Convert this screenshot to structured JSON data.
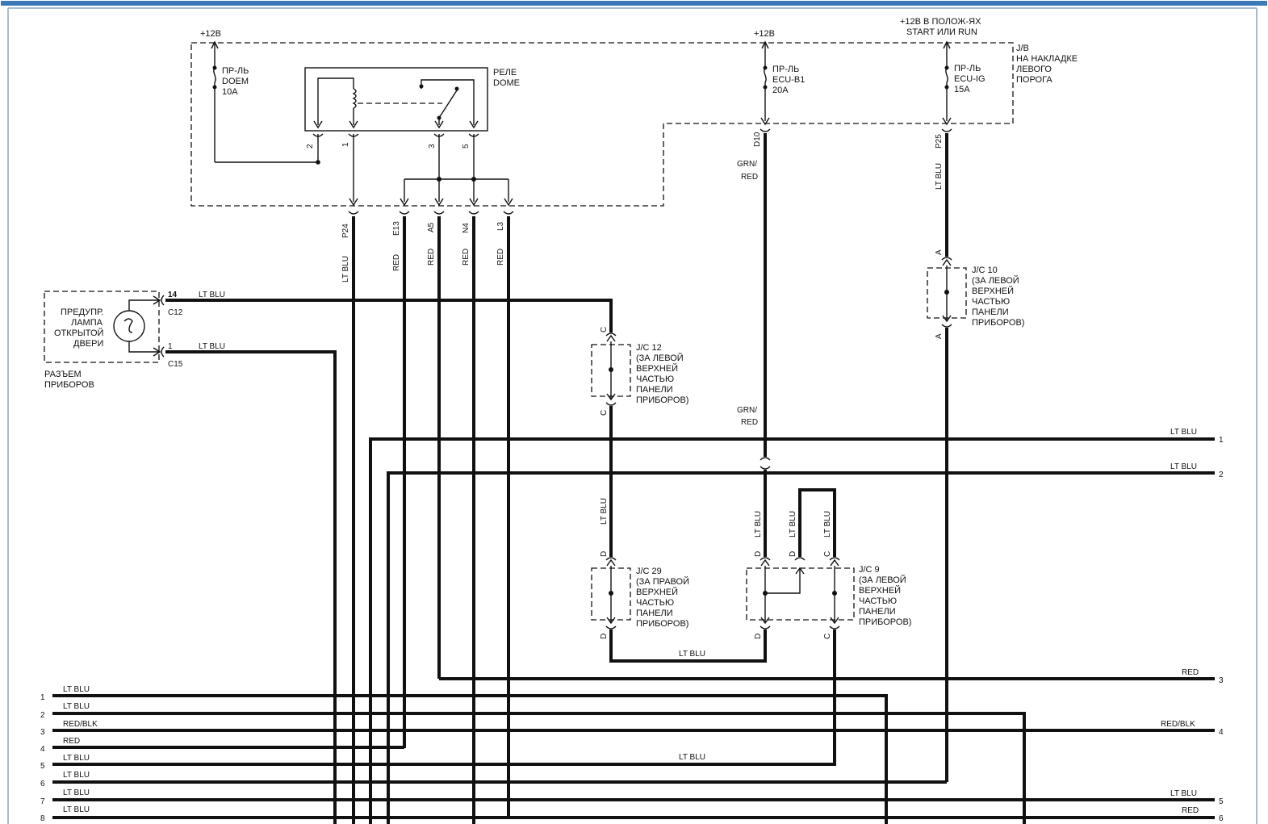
{
  "power_labels": {
    "dome_supply": "+12В",
    "ecu_b1_supply": "+12В",
    "ignition_supply": "+12В В ПОЛОЖ-ЯХ",
    "ignition_supply_line2": "START ИЛИ RUN"
  },
  "junction_block": {
    "line1": "J/B",
    "line2": "НА НАКЛАДКЕ",
    "line3": "ЛЕВОГО",
    "line4": "ПОРОГА"
  },
  "fuses": [
    {
      "l1": "ПР-ЛЬ",
      "l2": "DOEM",
      "l3": "10A"
    },
    {
      "l1": "ПР-ЛЬ",
      "l2": "ECU-B1",
      "l3": "20A"
    },
    {
      "l1": "ПР-ЛЬ",
      "l2": "ECU-IG",
      "l3": "15A"
    }
  ],
  "relay": {
    "line1": "РЕЛЕ",
    "line2": "DOME",
    "pins": [
      "2",
      "1",
      "3",
      "5"
    ]
  },
  "jb_terminals": [
    "P24",
    "E13",
    "A5",
    "N4",
    "L3",
    "D10",
    "P25"
  ],
  "wire_colors": {
    "p24": "LT BLU",
    "e13": "RED",
    "a5": "RED",
    "n4": "RED",
    "l3": "RED",
    "d10_top": "GRN/",
    "d10_top2": "RED",
    "d10_mid": "GRN/",
    "d10_mid2": "RED",
    "p25": "LT BLU",
    "c12_wire": "LT BLU",
    "c15_wire": "LT BLU",
    "jc12_jc29": "LT BLU",
    "jc9_d1": "LT BLU",
    "jc9_d2": "LT BLU",
    "jc9_c": "LT BLU",
    "jc29_jc9": "LT BLU",
    "jc9_out": "LT BLU"
  },
  "lamp": {
    "line1": "ПРЕДУПР.",
    "line2": "ЛАМПА",
    "line3": "ОТКРЫТОЙ",
    "line4": "ДВЕРИ",
    "pin_top": "14",
    "conn_top": "C12",
    "pin_bottom": "1",
    "conn_bottom": "C15"
  },
  "instrument_connector": {
    "line1": "РАЗЪЕМ",
    "line2": "ПРИБОРОВ"
  },
  "jc10": {
    "name": "J/C 10",
    "l1": "(ЗА ЛЕВОЙ",
    "l2": "ВЕРХНЕЙ",
    "l3": "ЧАСТЬЮ",
    "l4": "ПАНЕЛИ",
    "l5": "ПРИБОРОВ)",
    "pin_top": "A",
    "pin_bottom": "A"
  },
  "jc12": {
    "name": "J/C 12",
    "l1": "(ЗА ЛЕВОЙ",
    "l2": "ВЕРХНЕЙ",
    "l3": "ЧАСТЬЮ",
    "l4": "ПАНЕЛИ",
    "l5": "ПРИБОРОВ)",
    "pin_top": "C",
    "pin_bottom": "C"
  },
  "jc29": {
    "name": "J/C 29",
    "l1": "(ЗА ПРАВОЙ",
    "l2": "ВЕРХНЕЙ",
    "l3": "ЧАСТЬЮ",
    "l4": "ПАНЕЛИ",
    "l5": "ПРИБОРОВ)",
    "pin_top": "D",
    "pin_bottom": "D"
  },
  "jc9": {
    "name": "J/C 9",
    "l1": "(ЗА ЛЕВОЙ",
    "l2": "ВЕРХНЕЙ",
    "l3": "ЧАСТЬЮ",
    "l4": "ПАНЕЛИ",
    "l5": "ПРИБОРОВ)",
    "pin_d1": "D",
    "pin_d2": "D",
    "pin_c": "C",
    "pin_d1b": "D",
    "pin_cb": "C"
  },
  "left_outputs": [
    {
      "num": "1",
      "color": "LT BLU"
    },
    {
      "num": "2",
      "color": "LT BLU"
    },
    {
      "num": "3",
      "color": "RED/BLK"
    },
    {
      "num": "4",
      "color": "RED"
    },
    {
      "num": "5",
      "color": "LT BLU"
    },
    {
      "num": "6",
      "color": "LT BLU"
    },
    {
      "num": "7",
      "color": "LT BLU"
    },
    {
      "num": "8",
      "color": "LT BLU"
    }
  ],
  "right_outputs": [
    {
      "num": "1",
      "color": "LT BLU"
    },
    {
      "num": "2",
      "color": "LT BLU"
    },
    {
      "num": "3",
      "color": "RED"
    },
    {
      "num": "4",
      "color": "RED/BLK"
    },
    {
      "num": "5",
      "color": "LT BLU"
    },
    {
      "num": "6",
      "color": "RED"
    }
  ]
}
